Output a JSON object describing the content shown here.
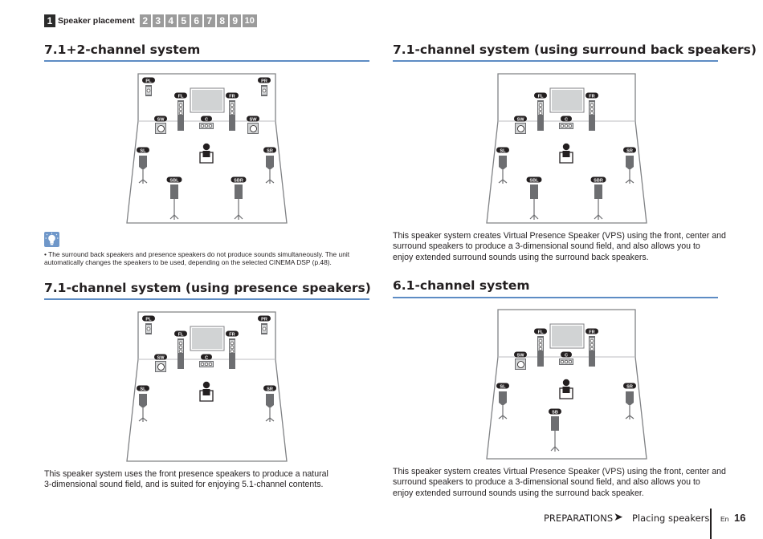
{
  "nav": {
    "current_step": "1",
    "current_label": "Speaker placement",
    "other_steps": [
      "2",
      "3",
      "4",
      "5",
      "6",
      "7",
      "8",
      "9",
      "10"
    ]
  },
  "sections": {
    "s712": {
      "title": "7.1+2-channel system"
    },
    "s71sb": {
      "title": "7.1-channel system (using surround back speakers)",
      "body": [
        "This speaker system creates Virtual Presence Speaker (VPS) using the front, center and",
        "surround speakers to produce a 3-dimensional sound field, and also allows you to",
        "enjoy extended surround sounds using the surround back speakers."
      ]
    },
    "s71p": {
      "title": "7.1-channel system (using presence speakers)",
      "body": [
        "This speaker system uses the front presence speakers to produce a natural",
        "3-dimensional sound field, and is suited for enjoying 5.1-channel contents."
      ]
    },
    "s61": {
      "title": "6.1-channel system",
      "body": [
        "This speaker system creates Virtual Presence Speaker (VPS) using the front, center and",
        "surround speakers to produce a 3-dimensional sound field, and also allows you to",
        "enjoy extended surround sounds using the surround back speaker."
      ]
    }
  },
  "note": {
    "icon": "tip-lightbulb-icon",
    "lines": [
      "•  The surround back speakers and presence speakers do not produce sounds simultaneously. The unit",
      "    automatically changes the speakers to be used, depending on the selected CINEMA DSP (p.48)."
    ]
  },
  "speaker_labels": {
    "PL": "PL",
    "PR": "PR",
    "FL": "FL",
    "FR": "FR",
    "C": "C",
    "SW": "SW",
    "SL": "SL",
    "SR": "SR",
    "SBL": "SBL",
    "SBR": "SBR",
    "SB": "SB"
  },
  "footer": {
    "section": "PREPARATIONS",
    "arrow": "➤",
    "subsection": "Placing speakers",
    "lang": "En",
    "page": "16"
  }
}
